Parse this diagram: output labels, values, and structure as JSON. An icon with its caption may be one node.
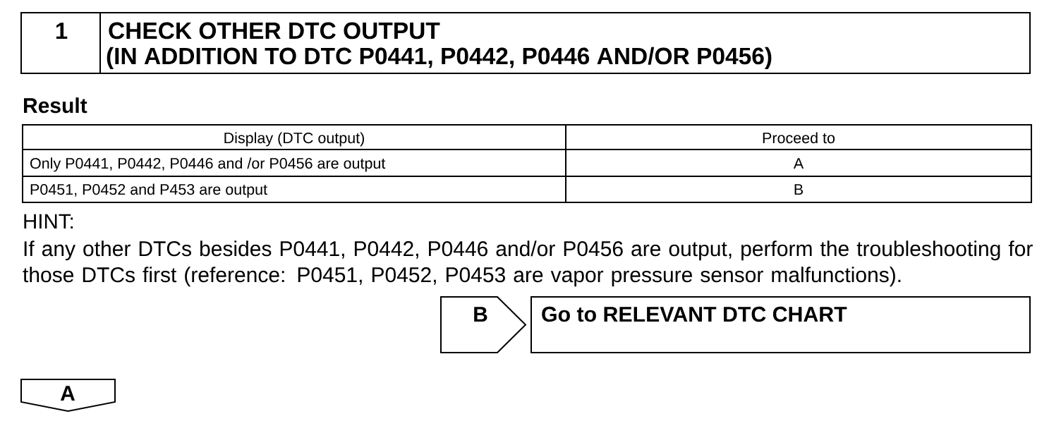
{
  "diagram": {
    "nodes": [
      {
        "text": [
          "1"
        ]
      },
      {
        "text": [
          "CHECK OTHER DTC OUTPUT",
          "(IN ADDITION TO DTC P0441, P0442, P0446 AND/OR P0456)"
        ]
      },
      {
        "text": [
          "B"
        ]
      },
      {
        "text": [
          "Go to RELEVANT DTC CHART"
        ]
      },
      {
        "text": [
          "A"
        ]
      }
    ],
    "labels": [
      "Result",
      "Display (DTC output)",
      "Proceed to",
      "Only P0441, P0442, P0446 and /or P0456 are output",
      "A",
      "P0451, P0452 and P453 are output",
      "B",
      "HINT:",
      "If any other DTCs besides P0441, P0442, P0446 and/or P0456 are output, perform the troubleshooting for those DTCs first (reference: P0451, P0452, P0453 are vapor pressure sensor malfunctions)."
    ]
  }
}
